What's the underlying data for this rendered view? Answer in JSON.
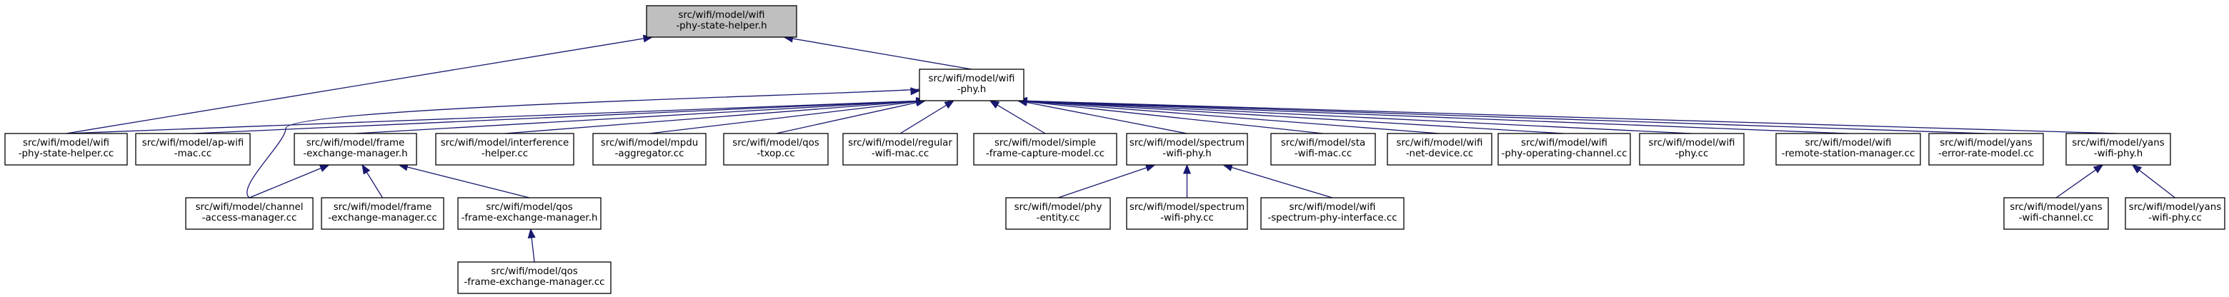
{
  "diagram": {
    "nodes": [
      {
        "id": "root",
        "lines": [
          "src/wifi/model/wifi",
          "-phy-state-helper.h"
        ],
        "highlight": true
      },
      {
        "id": "wifi_phy_h",
        "lines": [
          "src/wifi/model/wifi",
          "-phy.h"
        ]
      },
      {
        "id": "wifi_phy_state_helper_cc",
        "lines": [
          "src/wifi/model/wifi",
          "-phy-state-helper.cc"
        ]
      },
      {
        "id": "ap_wifi_mac_cc",
        "lines": [
          "src/wifi/model/ap-wifi",
          "-mac.cc"
        ]
      },
      {
        "id": "frame_exchange_manager_h",
        "lines": [
          "src/wifi/model/frame",
          "-exchange-manager.h"
        ]
      },
      {
        "id": "interference_helper_cc",
        "lines": [
          "src/wifi/model/interference",
          "-helper.cc"
        ]
      },
      {
        "id": "mpdu_aggregator_cc",
        "lines": [
          "src/wifi/model/mpdu",
          "-aggregator.cc"
        ]
      },
      {
        "id": "qos_txop_cc",
        "lines": [
          "src/wifi/model/qos",
          "-txop.cc"
        ]
      },
      {
        "id": "regular_wifi_mac_cc",
        "lines": [
          "src/wifi/model/regular",
          "-wifi-mac.cc"
        ]
      },
      {
        "id": "simple_frame_capture_model_cc",
        "lines": [
          "src/wifi/model/simple",
          "-frame-capture-model.cc"
        ]
      },
      {
        "id": "spectrum_wifi_phy_h",
        "lines": [
          "src/wifi/model/spectrum",
          "-wifi-phy.h"
        ]
      },
      {
        "id": "sta_wifi_mac_cc",
        "lines": [
          "src/wifi/model/sta",
          "-wifi-mac.cc"
        ]
      },
      {
        "id": "wifi_net_device_cc",
        "lines": [
          "src/wifi/model/wifi",
          "-net-device.cc"
        ]
      },
      {
        "id": "wifi_phy_operating_channel_cc",
        "lines": [
          "src/wifi/model/wifi",
          "-phy-operating-channel.cc"
        ]
      },
      {
        "id": "wifi_phy_cc",
        "lines": [
          "src/wifi/model/wifi",
          "-phy.cc"
        ]
      },
      {
        "id": "wifi_remote_station_manager_cc",
        "lines": [
          "src/wifi/model/wifi",
          "-remote-station-manager.cc"
        ]
      },
      {
        "id": "yans_error_rate_model_cc",
        "lines": [
          "src/wifi/model/yans",
          "-error-rate-model.cc"
        ]
      },
      {
        "id": "yans_wifi_phy_h",
        "lines": [
          "src/wifi/model/yans",
          "-wifi-phy.h"
        ]
      },
      {
        "id": "channel_access_manager_cc",
        "lines": [
          "src/wifi/model/channel",
          "-access-manager.cc"
        ]
      },
      {
        "id": "frame_exchange_manager_cc",
        "lines": [
          "src/wifi/model/frame",
          "-exchange-manager.cc"
        ]
      },
      {
        "id": "qos_frame_exchange_manager_h",
        "lines": [
          "src/wifi/model/qos",
          "-frame-exchange-manager.h"
        ]
      },
      {
        "id": "phy_entity_cc",
        "lines": [
          "src/wifi/model/phy",
          "-entity.cc"
        ]
      },
      {
        "id": "spectrum_wifi_phy_cc",
        "lines": [
          "src/wifi/model/spectrum",
          "-wifi-phy.cc"
        ]
      },
      {
        "id": "wifi_spectrum_phy_interface_cc",
        "lines": [
          "src/wifi/model/wifi",
          "-spectrum-phy-interface.cc"
        ]
      },
      {
        "id": "yans_wifi_channel_cc",
        "lines": [
          "src/wifi/model/yans",
          "-wifi-channel.cc"
        ]
      },
      {
        "id": "yans_wifi_phy_cc",
        "lines": [
          "src/wifi/model/yans",
          "-wifi-phy.cc"
        ]
      },
      {
        "id": "qos_frame_exchange_manager_cc",
        "lines": [
          "src/wifi/model/qos",
          "-frame-exchange-manager.cc"
        ]
      }
    ],
    "edges": [
      {
        "from": "wifi_phy_h",
        "to": "root"
      },
      {
        "from": "wifi_phy_state_helper_cc",
        "to": "root"
      },
      {
        "from": "wifi_phy_state_helper_cc",
        "to": "wifi_phy_h"
      },
      {
        "from": "ap_wifi_mac_cc",
        "to": "wifi_phy_h"
      },
      {
        "from": "frame_exchange_manager_h",
        "to": "wifi_phy_h"
      },
      {
        "from": "channel_access_manager_cc",
        "to": "wifi_phy_h"
      },
      {
        "from": "interference_helper_cc",
        "to": "wifi_phy_h"
      },
      {
        "from": "mpdu_aggregator_cc",
        "to": "wifi_phy_h"
      },
      {
        "from": "qos_txop_cc",
        "to": "wifi_phy_h"
      },
      {
        "from": "regular_wifi_mac_cc",
        "to": "wifi_phy_h"
      },
      {
        "from": "simple_frame_capture_model_cc",
        "to": "wifi_phy_h"
      },
      {
        "from": "spectrum_wifi_phy_h",
        "to": "wifi_phy_h"
      },
      {
        "from": "sta_wifi_mac_cc",
        "to": "wifi_phy_h"
      },
      {
        "from": "wifi_net_device_cc",
        "to": "wifi_phy_h"
      },
      {
        "from": "wifi_phy_operating_channel_cc",
        "to": "wifi_phy_h"
      },
      {
        "from": "wifi_phy_cc",
        "to": "wifi_phy_h"
      },
      {
        "from": "wifi_remote_station_manager_cc",
        "to": "wifi_phy_h"
      },
      {
        "from": "yans_error_rate_model_cc",
        "to": "wifi_phy_h"
      },
      {
        "from": "yans_wifi_phy_h",
        "to": "wifi_phy_h"
      },
      {
        "from": "channel_access_manager_cc",
        "to": "frame_exchange_manager_h"
      },
      {
        "from": "frame_exchange_manager_cc",
        "to": "frame_exchange_manager_h"
      },
      {
        "from": "qos_frame_exchange_manager_h",
        "to": "frame_exchange_manager_h"
      },
      {
        "from": "qos_frame_exchange_manager_cc",
        "to": "qos_frame_exchange_manager_h"
      },
      {
        "from": "phy_entity_cc",
        "to": "spectrum_wifi_phy_h"
      },
      {
        "from": "spectrum_wifi_phy_cc",
        "to": "spectrum_wifi_phy_h"
      },
      {
        "from": "wifi_spectrum_phy_interface_cc",
        "to": "spectrum_wifi_phy_h"
      },
      {
        "from": "yans_wifi_channel_cc",
        "to": "yans_wifi_phy_h"
      },
      {
        "from": "yans_wifi_phy_cc",
        "to": "yans_wifi_phy_h"
      }
    ],
    "colors": {
      "edge": "#191970",
      "node_border": "#000000",
      "node_fill": "#ffffff",
      "root_fill": "#bfbfbf"
    }
  }
}
